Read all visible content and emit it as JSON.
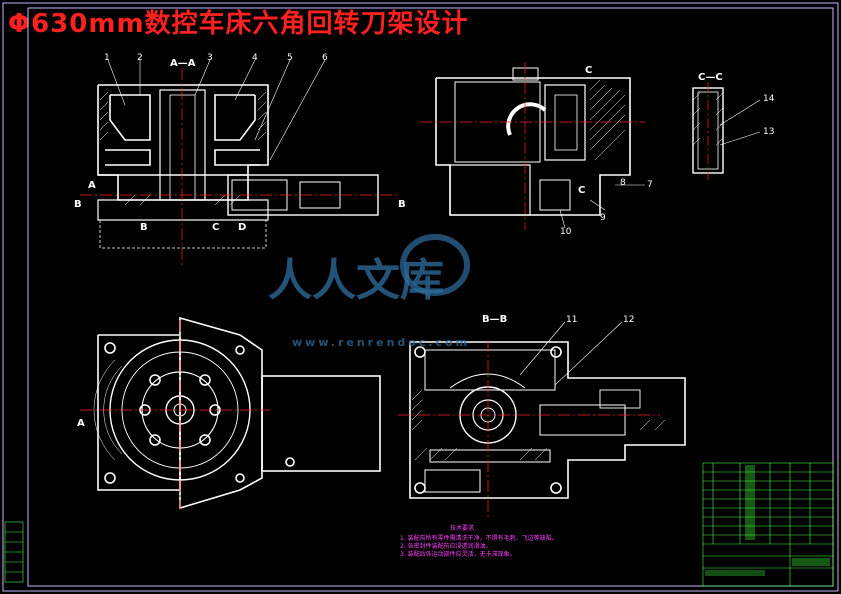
{
  "title": "Φ630mm数控车床六角回转刀架设计",
  "views": {
    "section_aa": "A—A",
    "section_bb": "B—B",
    "section_cc": "C—C",
    "label_a": "A",
    "label_b": "B",
    "label_c": "C",
    "label_d": "D"
  },
  "balloons": [
    "1",
    "2",
    "3",
    "4",
    "5",
    "6",
    "7",
    "8",
    "9",
    "10",
    "11",
    "12",
    "13",
    "14"
  ],
  "watermark": {
    "brand": "人人文库",
    "url": "www.renrendoc.com"
  },
  "notes": {
    "heading": "技术要求",
    "lines": [
      "1. 装配前所有零件需清洗干净，不得有毛刺、飞边等缺陷。",
      "2. 各密封件装配前应浸透润滑油。",
      "3. 装配后各运动部件应灵活，无卡滞现象。"
    ]
  },
  "colors": {
    "background": "#000000",
    "title": "#ff2020",
    "lines": "#ffffff",
    "centerlines": "#ff2020",
    "frame": "#c8b4ff",
    "notes": "#ff40ff",
    "titleblock": "#40ff40"
  }
}
